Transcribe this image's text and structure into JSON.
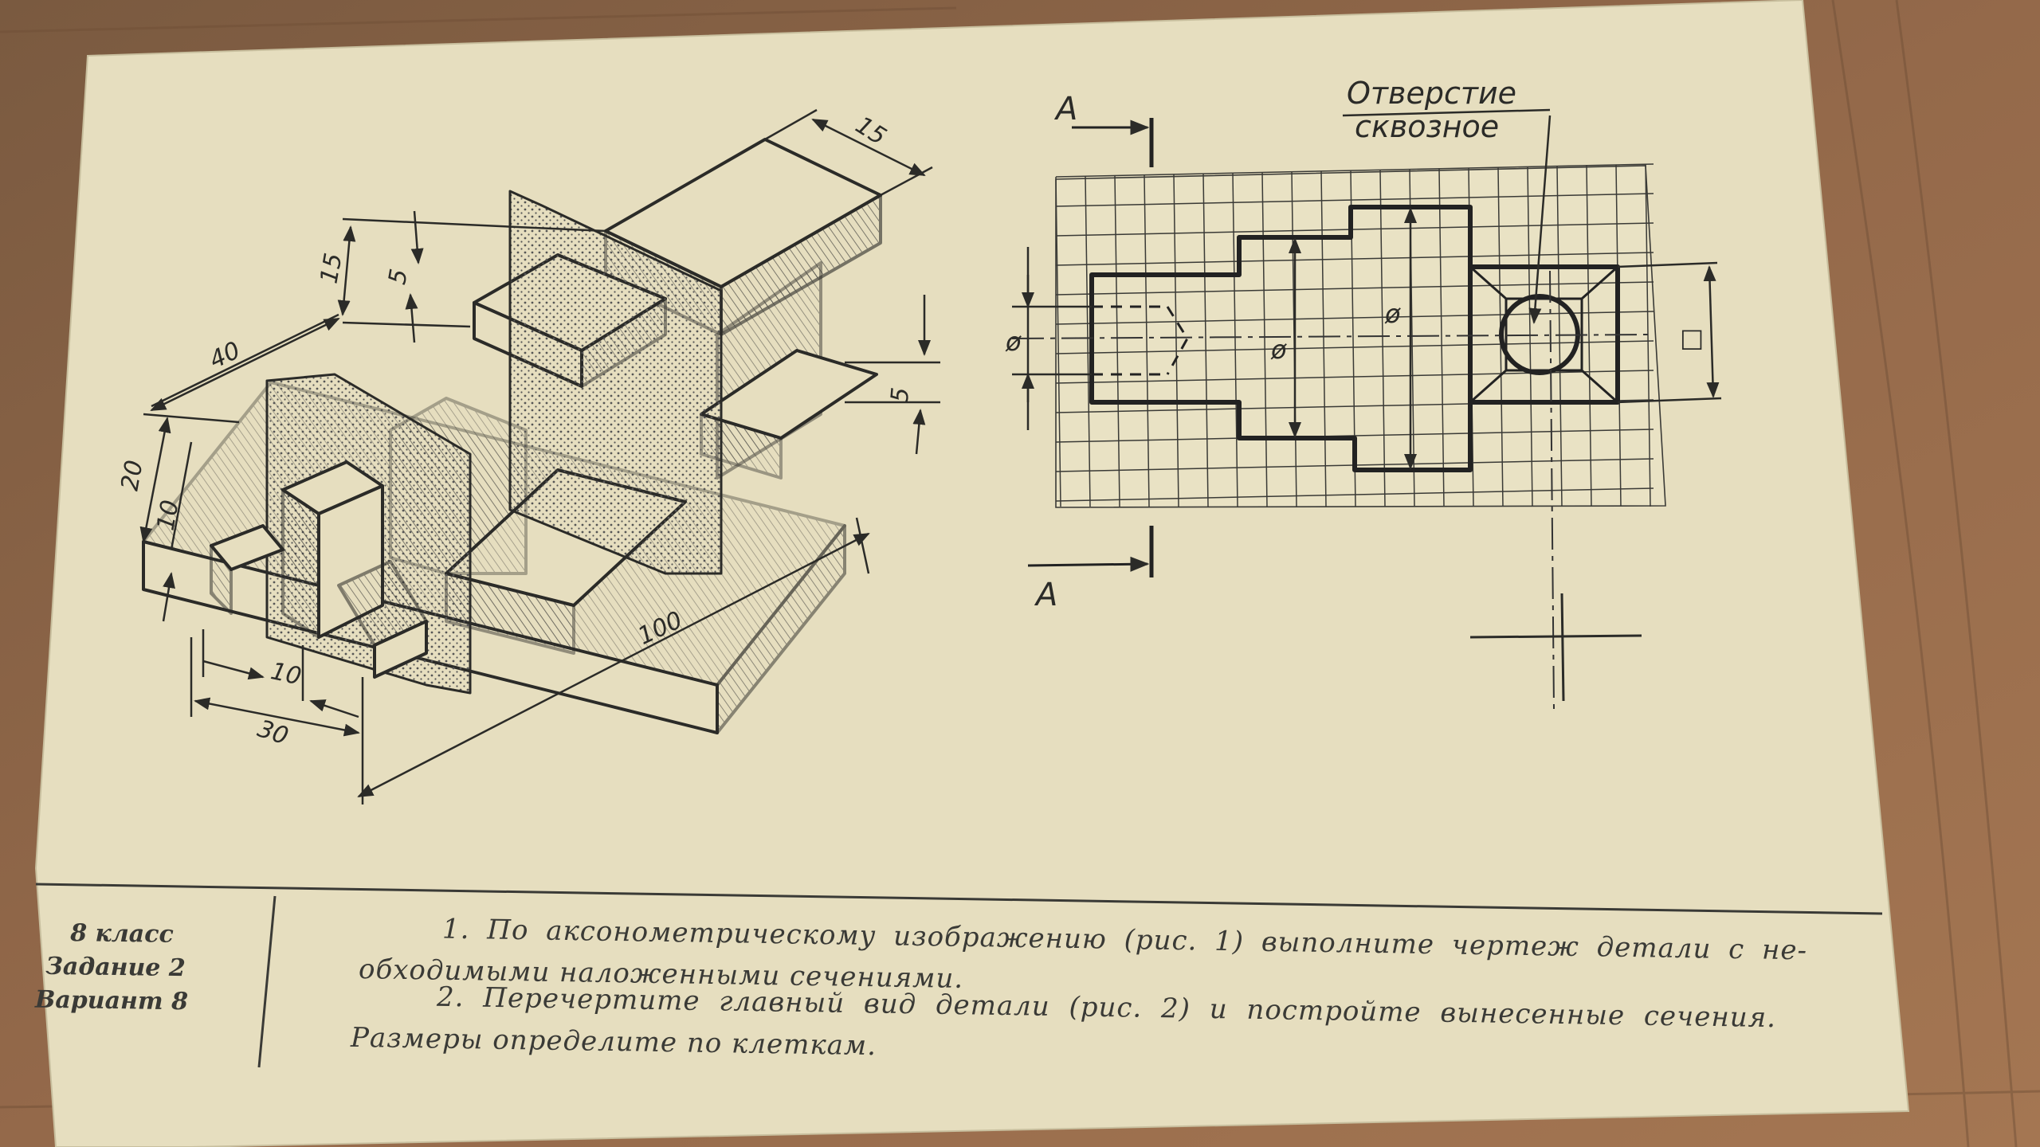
{
  "colors": {
    "table": "#8a6446",
    "paper": "#e7dfbf",
    "ink": "#2b2b28"
  },
  "figure1": {
    "dimensions": [
      "15",
      "15",
      "5",
      "40",
      "20",
      "10",
      "5",
      "10",
      "30",
      "100"
    ]
  },
  "figure2": {
    "callout_line1": "Отверстие",
    "callout_line2": "сквозное",
    "section_label_top": "А",
    "section_label_bottom": "А",
    "diameter_symbols": [
      "ø",
      "ø",
      "ø"
    ],
    "square_symbol": "□"
  },
  "footer": {
    "grade": "8 класс",
    "assignment": "Задание 2",
    "variant": "Вариант 8",
    "task1_line1": "1. По аксонометрическому изображению (рис. 1) выполните чертеж детали с не-",
    "task1_line2": "обходимыми наложенными сечениями.",
    "task2_line1": "2. Перечертите главный вид детали (рис. 2) и постройте вынесенные сечения.",
    "task2_line2": "Размеры определите по клеткам."
  }
}
